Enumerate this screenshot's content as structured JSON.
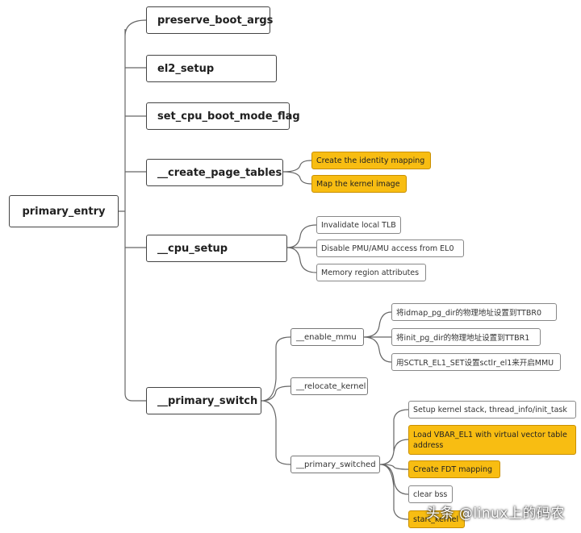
{
  "root": {
    "label": "primary_entry"
  },
  "nodes": {
    "preserve_boot_args": "preserve_boot_args",
    "el2_setup": "el2_setup",
    "set_cpu_boot_mode_flag": "set_cpu_boot_mode_flag",
    "create_page_tables": "__create_page_tables",
    "cpu_setup": "__cpu_setup",
    "primary_switch": "__primary_switch"
  },
  "create_page_tables_children": [
    "Create the identity mapping",
    "Map the kernel image"
  ],
  "cpu_setup_children": [
    "Invalidate local TLB",
    "Disable PMU/AMU access from EL0",
    "Memory region attributes"
  ],
  "primary_switch_children": [
    "__enable_mmu",
    "__relocate_kernel",
    "__primary_switched"
  ],
  "enable_mmu_children": [
    "将idmap_pg_dir的物理地址设置到TTBR0",
    "将init_pg_dir的物理地址设置到TTBR1",
    "用SCTLR_EL1_SET设置sctlr_el1来开启MMU"
  ],
  "primary_switched_children": [
    "Setup kernel stack, thread_info/init_task",
    "Load VBAR_EL1 with virtual vector table address",
    "Create FDT mapping",
    "clear bss",
    "start_kernel"
  ],
  "watermark": "头条 @linux上的码农",
  "colors": {
    "highlight": "#f8bd12",
    "line": "#555555",
    "border": "#444444"
  }
}
